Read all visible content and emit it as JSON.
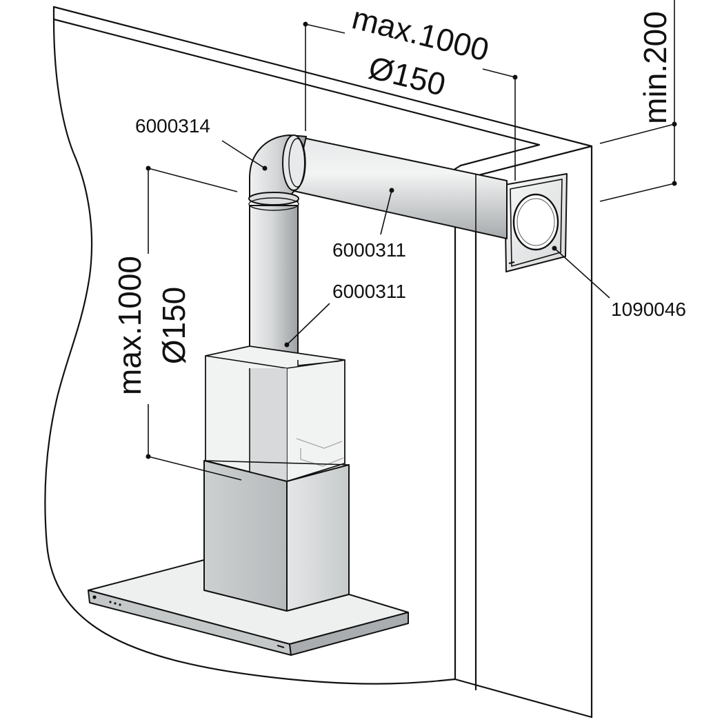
{
  "labels": {
    "bend_part": "6000314",
    "horizontal_pipe_part": "6000311",
    "vertical_pipe_part": "6000311",
    "wall_box_part": "1090046"
  },
  "dimensions": {
    "horizontal_length": "max.1000",
    "horizontal_diameter": "Ø150",
    "vertical_length": "max.1000",
    "vertical_diameter": "Ø150",
    "ceiling_clearance": "min.200"
  },
  "colors": {
    "line": "#111111",
    "pipe_light": "#eceded",
    "pipe_mid": "#c9cccd",
    "pipe_dark": "#9a9ea0",
    "chimney_front": "#c3c6c7",
    "chimney_side": "#dcdedf",
    "glass": "#f2f3f3"
  }
}
